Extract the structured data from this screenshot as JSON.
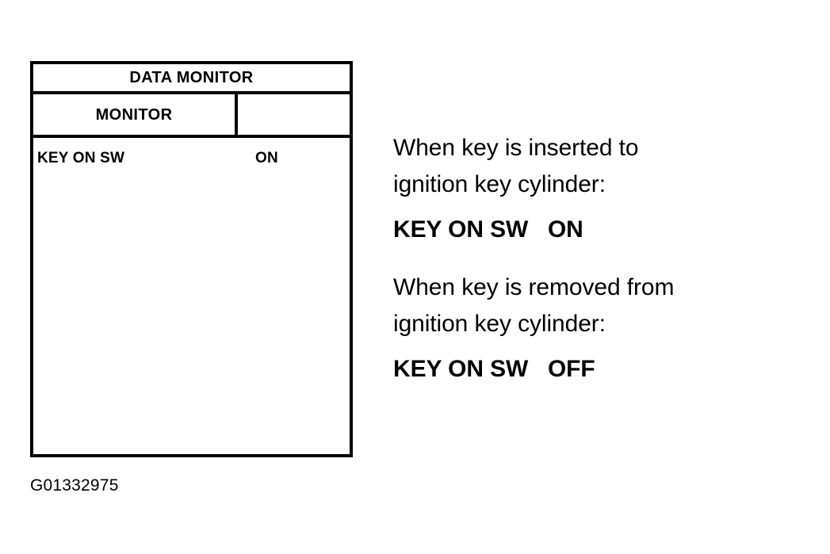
{
  "figure": {
    "caption": "G01332975"
  },
  "monitor_panel": {
    "title": "DATA MONITOR",
    "columns": [
      {
        "label": "MONITOR"
      },
      {
        "label": ""
      }
    ],
    "rows": [
      {
        "name": "KEY ON SW",
        "value": "ON"
      }
    ]
  },
  "notes": [
    {
      "condition": "When key is inserted to\nignition key cylinder:",
      "result": "KEY ON SW   ON"
    },
    {
      "condition": "When key is removed from\nignition key cylinder:",
      "result": "KEY ON SW   OFF"
    }
  ],
  "colors": {
    "ink": "#000000",
    "paper": "#ffffff"
  }
}
